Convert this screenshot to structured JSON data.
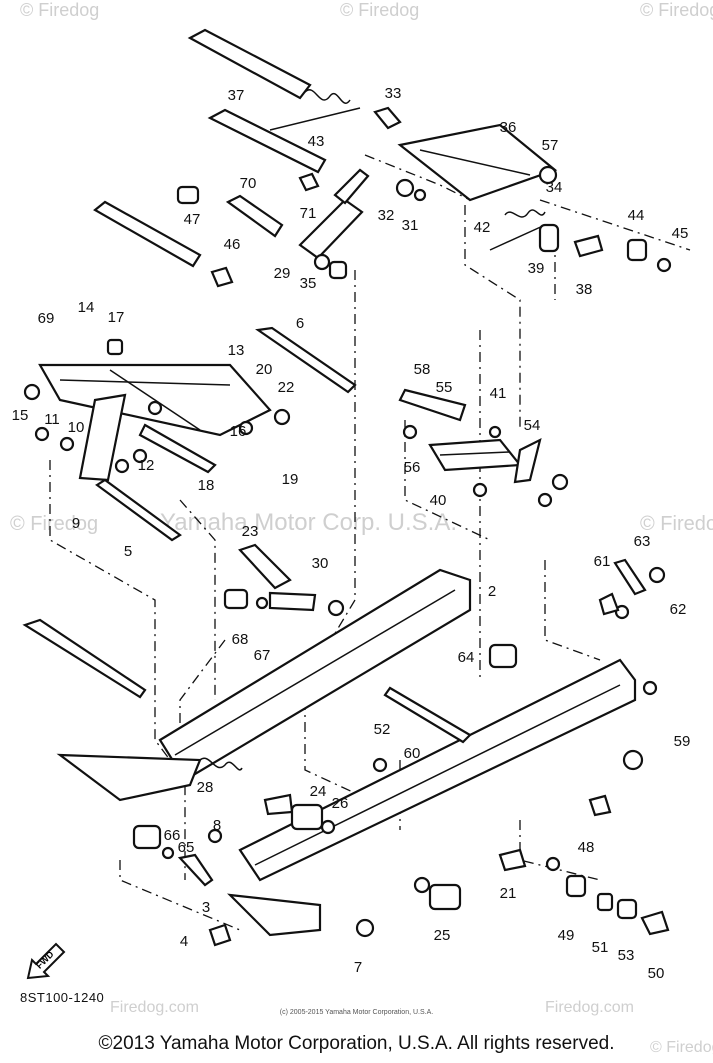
{
  "watermarks": {
    "firedog": "© Firedog",
    "firedog_com": "Firedog.com",
    "yamaha": "Yamaha Motor Corp. U.S.A."
  },
  "diagram": {
    "code": "8ST100-1240",
    "fwd_label": "FWD",
    "part_numbers": [
      "37",
      "43",
      "33",
      "36",
      "57",
      "70",
      "71",
      "34",
      "47",
      "46",
      "32",
      "31",
      "44",
      "45",
      "42",
      "39",
      "29",
      "35",
      "38",
      "69",
      "14",
      "17",
      "6",
      "13",
      "20",
      "22",
      "58",
      "55",
      "41",
      "15",
      "11",
      "10",
      "12",
      "16",
      "18",
      "19",
      "9",
      "5",
      "23",
      "40",
      "54",
      "56",
      "30",
      "2",
      "63",
      "61",
      "62",
      "68",
      "67",
      "64",
      "52",
      "60",
      "59",
      "28",
      "24",
      "26",
      "8",
      "66",
      "65",
      "3",
      "4",
      "7",
      "25",
      "21",
      "49",
      "51",
      "53",
      "50",
      "48"
    ]
  },
  "copyright": {
    "small": "(c) 2005-2015 Yamaha Motor Corporation, U.S.A.",
    "main": "©2013 Yamaha Motor Corporation, U.S.A. All rights reserved."
  }
}
